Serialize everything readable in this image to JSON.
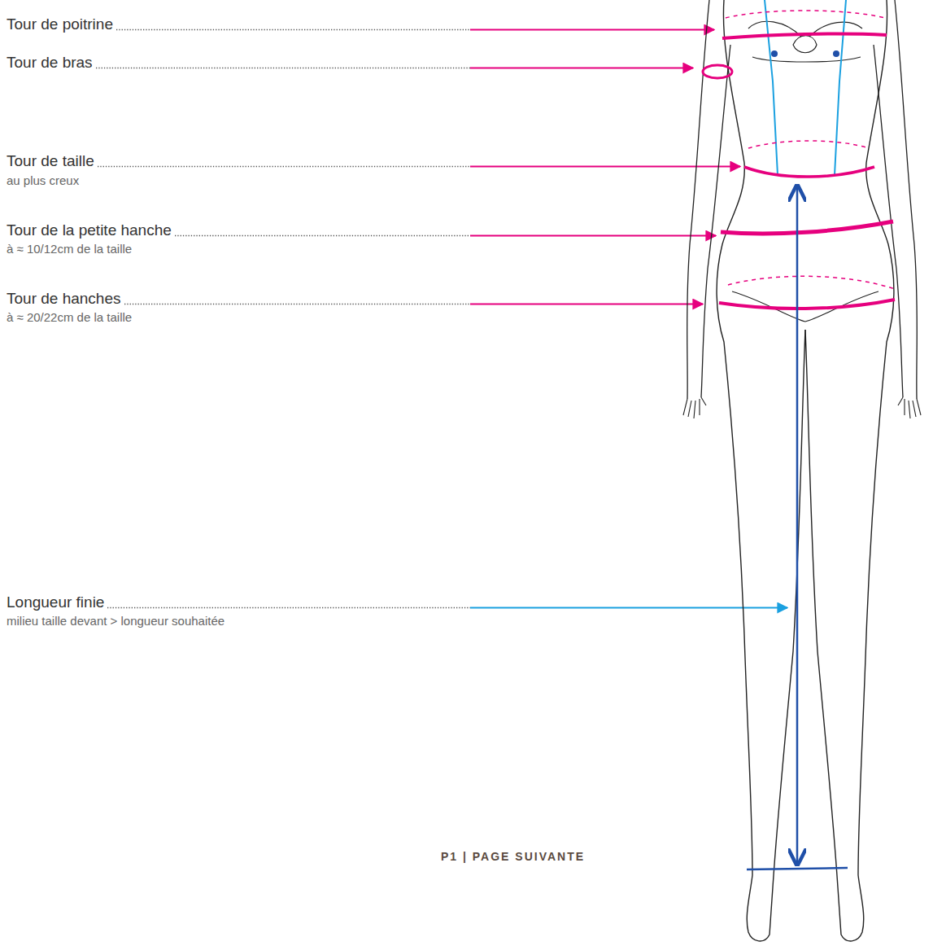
{
  "diagram": {
    "labels": [
      "Tour de poitrine",
      "Tour de bras",
      "Tour de taille",
      "au plus creux",
      "Tour de la petite hanche",
      "à ≈ 10/12cm de la taille",
      "Tour de hanches",
      "à ≈ 20/22cm de la taille",
      "Longueur finie",
      "milieu taille devant > longueur souhaitée",
      "P1 | PAGE SUIVANTE"
    ]
  }
}
